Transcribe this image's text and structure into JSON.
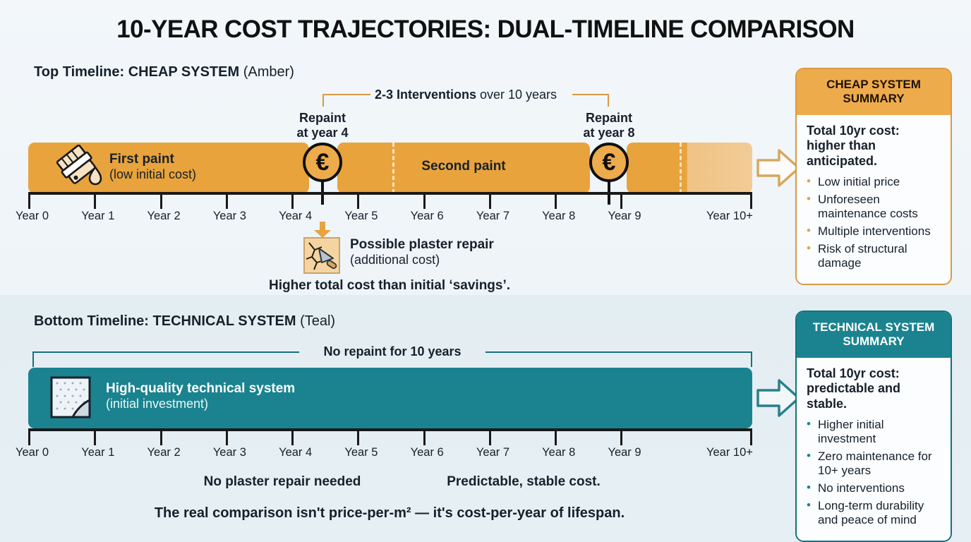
{
  "title": "10-YEAR COST TRAJECTORIES: DUAL-TIMELINE COMPARISON",
  "top_section": {
    "label_bold": "Top Timeline: CHEAP SYSTEM",
    "label_plain": "(Amber)",
    "bracket_bold": "2-3 Interventions",
    "bracket_plain": "over 10 years",
    "bar_first": {
      "line1": "First paint",
      "line2": "(low initial cost)"
    },
    "bar_second": {
      "line1": "Second paint"
    },
    "marker_1": {
      "symbol": "€",
      "label_line1": "Repaint",
      "label_line2": "at year 4"
    },
    "marker_2": {
      "symbol": "€",
      "label_line1": "Repaint",
      "label_line2": "at year 8"
    },
    "callout": {
      "line1": "Possible plaster repair",
      "line2": "(additional cost)"
    },
    "note": "Higher total cost than initial ‘savings’.",
    "years": [
      "Year 0",
      "Year 1",
      "Year 2",
      "Year 3",
      "Year 4",
      "Year 5",
      "Year 6",
      "Year 7",
      "Year 8",
      "Year 9",
      "Year 10+"
    ]
  },
  "bottom_section": {
    "label_bold": "Bottom Timeline: TECHNICAL SYSTEM",
    "label_plain": "(Teal)",
    "bracket_text": "No repaint for 10 years",
    "bar": {
      "line1": "High-quality technical system",
      "line2": "(initial investment)"
    },
    "note_left": "No plaster repair needed",
    "note_right": "Predictable, stable cost.",
    "conclusion": "The real comparison isn't price-per-m² — it's cost-per-year of lifespan.",
    "years": [
      "Year 0",
      "Year 1",
      "Year 2",
      "Year 3",
      "Year 4",
      "Year 5",
      "Year 6",
      "Year 7",
      "Year 8",
      "Year 9",
      "Year 10+"
    ]
  },
  "cheap_summary": {
    "heading_line1": "CHEAP SYSTEM",
    "heading_line2": "SUMMARY",
    "lead": "Total 10yr cost: higher than anticipated.",
    "bullets": [
      "Low initial price",
      "Unforeseen maintenance costs",
      "Multiple interventions",
      "Risk of structural damage"
    ]
  },
  "technical_summary": {
    "heading_line1": "TECHNICAL SYSTEM",
    "heading_line2": "SUMMARY",
    "lead": "Total 10yr cost: predictable and stable.",
    "bullets": [
      "Higher initial investment",
      "Zero maintenance for 10+ years",
      "No interventions",
      "Long-term durability and peace of mind"
    ]
  },
  "colors": {
    "amber": "#E8A33D",
    "amber_light": "#F2CB96",
    "amber_border": "#D99A43",
    "teal": "#1B8390",
    "teal_border": "#18707D",
    "ink": "#16202B",
    "bg_top": "#F1F5F9",
    "bg_bottom": "#E3EEF2"
  }
}
